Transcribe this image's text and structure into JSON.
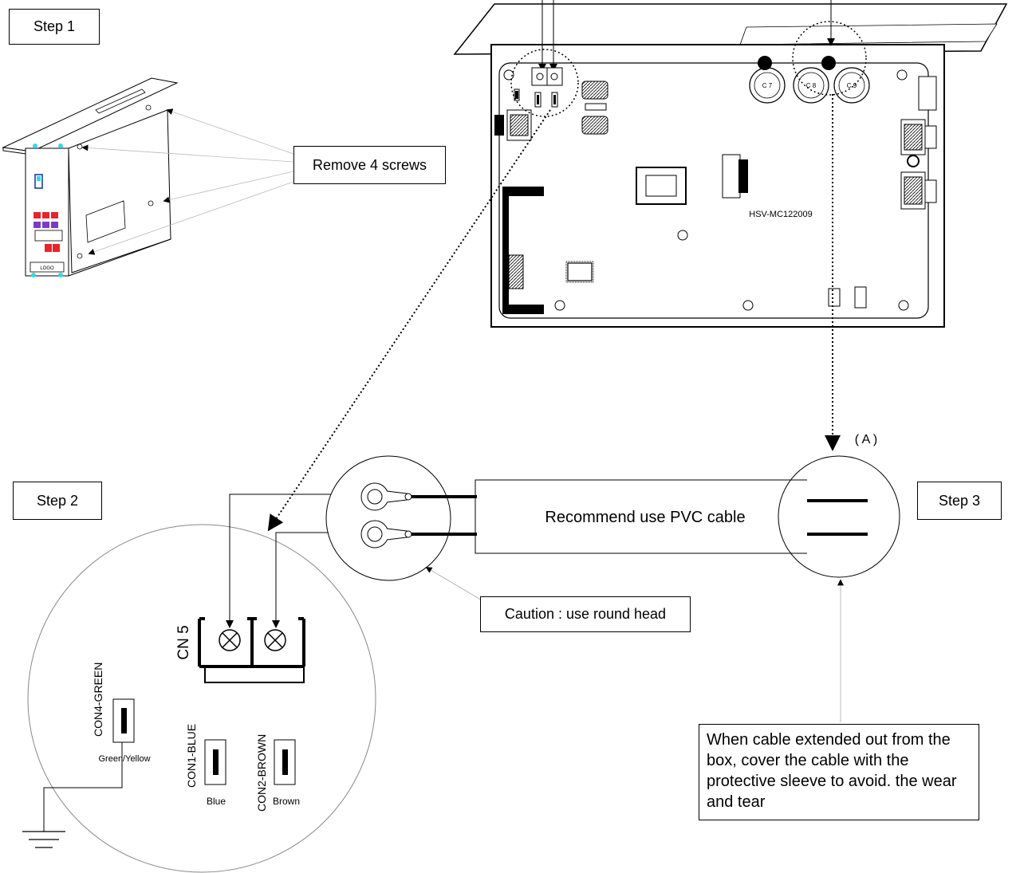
{
  "steps": {
    "step1": "Step 1",
    "step2": "Step 2",
    "step3": "Step 3"
  },
  "callouts": {
    "remove_screws": "Remove 4 screws",
    "caution": "Caution : use round head",
    "note": "When cable extended out from the box, cover the cable with the protective sleeve to avoid. the wear and tear"
  },
  "board": {
    "model": "HSV-MC122009",
    "caps": [
      "C 7",
      "C 8",
      "C 9"
    ]
  },
  "cable": {
    "label": "Recommend use PVC cable",
    "marker": "( A )"
  },
  "device": {
    "logo": "LOGO"
  },
  "terminal": {
    "name": "CN 5",
    "connectors": [
      {
        "id": "CON4-GREEN",
        "color": "Green/Yellow"
      },
      {
        "id": "CON1-BLUE",
        "color": "Blue"
      },
      {
        "id": "CON2-BROWN",
        "color": "Brown"
      }
    ]
  },
  "colors": {
    "device_accent_cyan": "#35d7ee",
    "device_accent_red": "#e8232c",
    "device_accent_purple": "#7a3cc8",
    "device_switch_blue": "#1b3fa0"
  }
}
